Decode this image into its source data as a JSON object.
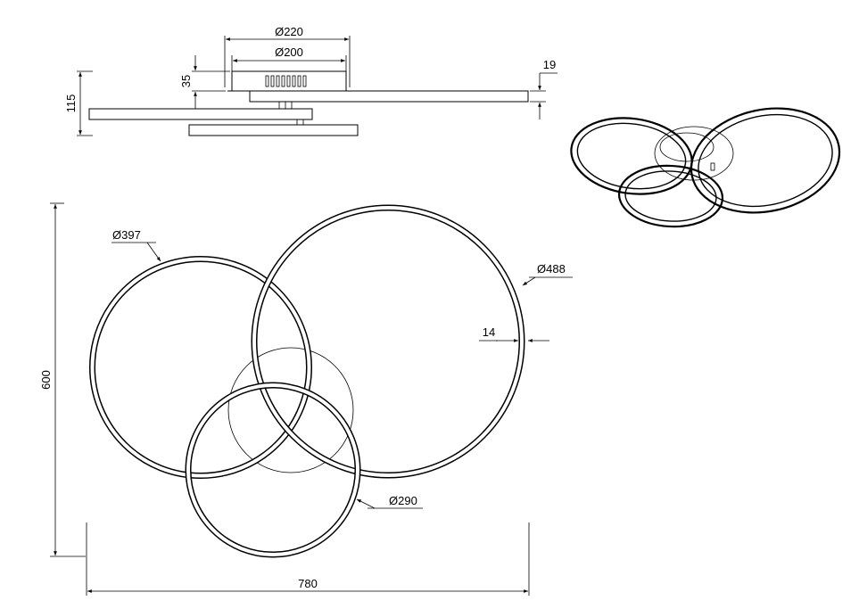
{
  "side_view": {
    "dia_220": "Ø220",
    "dia_200": "Ø200",
    "height_35": "35",
    "height_115": "115",
    "height_19": "19"
  },
  "top_view": {
    "width_780": "780",
    "height_600": "600",
    "ring_397": "Ø397",
    "ring_488": "Ø488",
    "ring_290": "Ø290",
    "ring_width_14": "14"
  },
  "colors": {
    "line": "#000000",
    "background": "#ffffff"
  }
}
